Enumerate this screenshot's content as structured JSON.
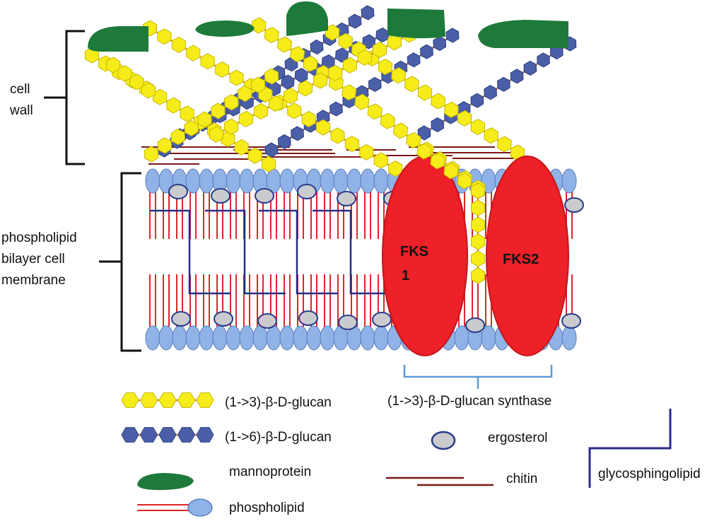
{
  "labels": {
    "cell_wall_line1": "cell",
    "cell_wall_line2": "wall",
    "membrane_line1": "phospholipid",
    "membrane_line2": "bilayer cell",
    "membrane_line3": "membrane",
    "fks1_line1": "FKS",
    "fks1_line2": "1",
    "fks2": "FKS2",
    "synthase": "(1->3)-β-D-glucan synthase"
  },
  "legend": {
    "glucan13": "(1->3)-β-D-glucan",
    "glucan16": "(1->6)-β-D-glucan",
    "mannoprotein": "mannoprotein",
    "phospholipid": "phospholipid",
    "ergosterol": "ergosterol",
    "chitin": "chitin",
    "glycosphingolipid": "glycosphingolipid"
  },
  "colors": {
    "glucan13": "#f5ec1a",
    "glucan16": "#4a5fa8",
    "chain_line": "#e2813a",
    "mannoprotein": "#1e7a3a",
    "phospholipid_head": "#8fb3e6",
    "phospholipid_tail": "#e0252b",
    "ergosterol": "#c9cbce",
    "chitin": "#7b1717",
    "glycosphingolipid": "#2b2a86",
    "fks": "#ee2028",
    "bracket": "#5b9bd5"
  }
}
